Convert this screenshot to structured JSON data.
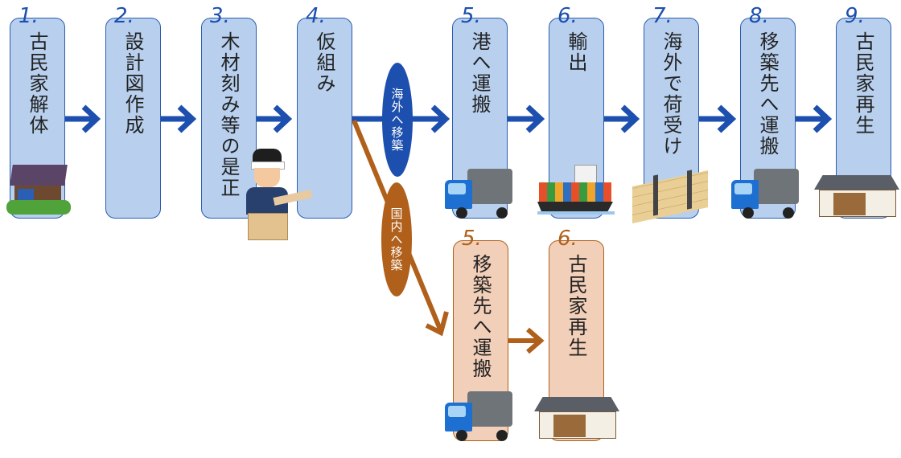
{
  "colors": {
    "blue_accent": "#1d4fae",
    "blue_fill": "#b8d0ee",
    "brown_accent": "#b0601a",
    "brown_fill": "#f2cfb8"
  },
  "overseas": {
    "branch_label": "海外へ移築",
    "steps": [
      {
        "number": "1.",
        "label": "古民家解体",
        "icon": "ruined-house-icon"
      },
      {
        "number": "2.",
        "label": "設計図作成",
        "icon": ""
      },
      {
        "number": "3.",
        "label": "木材刻み等の是正",
        "icon": "carpenter-icon"
      },
      {
        "number": "4.",
        "label": "仮組み",
        "icon": ""
      },
      {
        "number": "5.",
        "label": "港へ運搬",
        "icon": "truck-icon"
      },
      {
        "number": "6.",
        "label": "輸出",
        "icon": "container-ship-icon"
      },
      {
        "number": "7.",
        "label": "海外で荷受け",
        "icon": "lumber-bundle-icon"
      },
      {
        "number": "8.",
        "label": "移築先へ運搬",
        "icon": "truck-icon"
      },
      {
        "number": "9.",
        "label": "古民家再生",
        "icon": "traditional-house-icon"
      }
    ]
  },
  "domestic": {
    "branch_label": "国内へ移築",
    "steps": [
      {
        "number": "5.",
        "label": "移築先へ運搬",
        "icon": "truck-icon"
      },
      {
        "number": "6.",
        "label": "古民家再生",
        "icon": "traditional-house-icon"
      }
    ]
  }
}
